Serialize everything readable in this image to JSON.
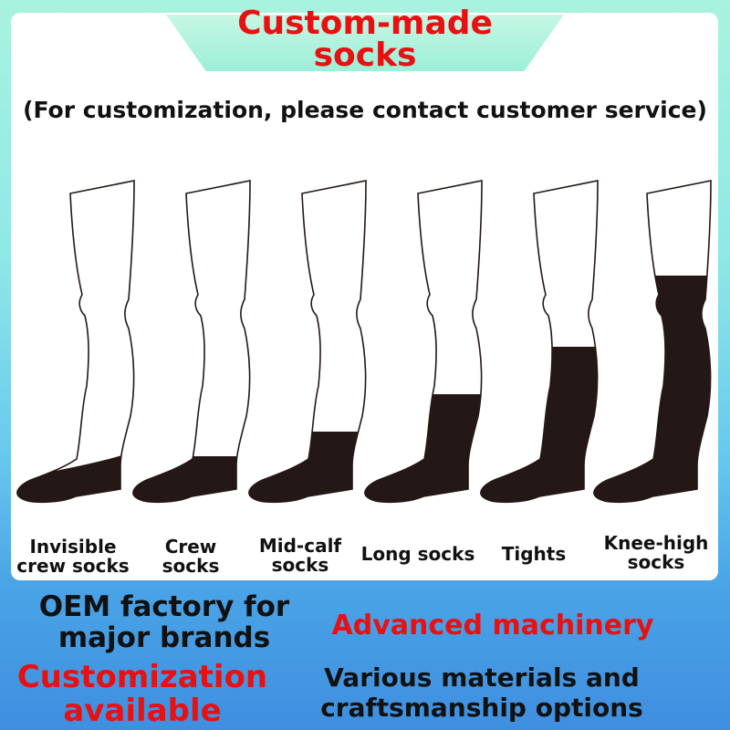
{
  "header": {
    "title_line1": "Custom-made",
    "title_line2": "socks",
    "subtitle": "(For customization, please contact customer service)"
  },
  "socks": [
    {
      "line1": "Invisible",
      "line2": "crew socks"
    },
    {
      "line1": "Crew",
      "line2": "socks"
    },
    {
      "line1": "Mid-calf",
      "line2": "socks"
    },
    {
      "line1": "Long socks",
      "line2": ""
    },
    {
      "line1": "Tights",
      "line2": ""
    },
    {
      "line1": "Knee-high",
      "line2": "socks"
    }
  ],
  "features": {
    "oem_line1": "OEM factory for",
    "oem_line2": "major brands",
    "machinery": "Advanced machinery",
    "custom_line1": "Customization",
    "custom_line2": "available",
    "materials_line1": "Various materials and",
    "materials_line2": "craftsmanship options"
  },
  "colors": {
    "title_red": "#e81010",
    "sock_fill": "#231815",
    "outline": "#231815"
  }
}
